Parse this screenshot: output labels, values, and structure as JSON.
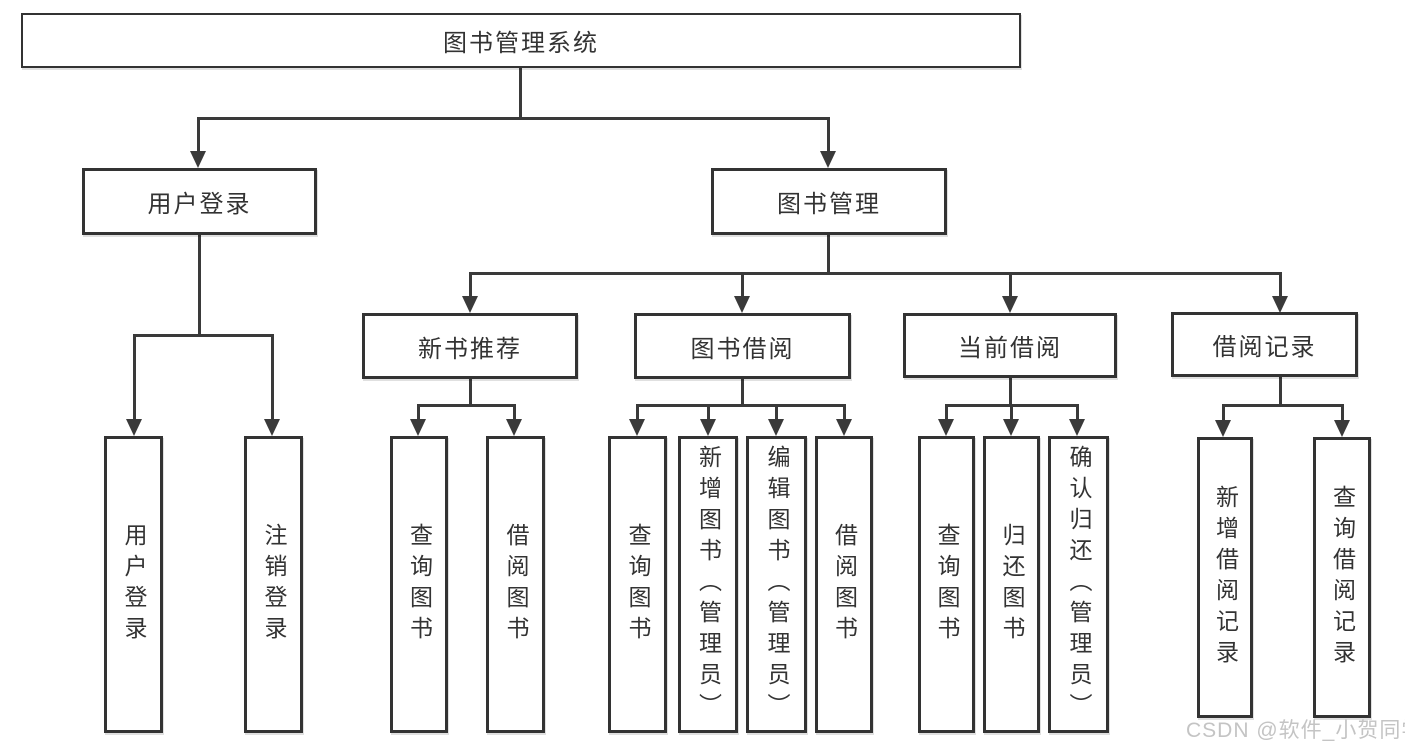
{
  "diagram": {
    "root": {
      "label": "图书管理系统"
    },
    "level2": [
      {
        "label": "用户登录"
      },
      {
        "label": "图书管理"
      }
    ],
    "level3": [
      {
        "label": "新书推荐"
      },
      {
        "label": "图书借阅"
      },
      {
        "label": "当前借阅"
      },
      {
        "label": "借阅记录"
      }
    ],
    "leaf": [
      {
        "label": "用户登录"
      },
      {
        "label": "注销登录"
      },
      {
        "label": "查询图书"
      },
      {
        "label": "借阅图书"
      },
      {
        "label": "查询图书"
      },
      {
        "label": "新增图书（管理员）"
      },
      {
        "label": "编辑图书（管理员）"
      },
      {
        "label": "借阅图书"
      },
      {
        "label": "查询图书"
      },
      {
        "label": "归还图书"
      },
      {
        "label": "确认归还（管理员）"
      },
      {
        "label": "新增借阅记录"
      },
      {
        "label": "查询借阅记录"
      }
    ],
    "watermark": "CSDN @软件_小贺同学",
    "colors": {
      "line": "#3a3a3a",
      "border": "#333333",
      "text": "#333333",
      "watermark": "#c4c4c4",
      "background": "#ffffff"
    }
  }
}
